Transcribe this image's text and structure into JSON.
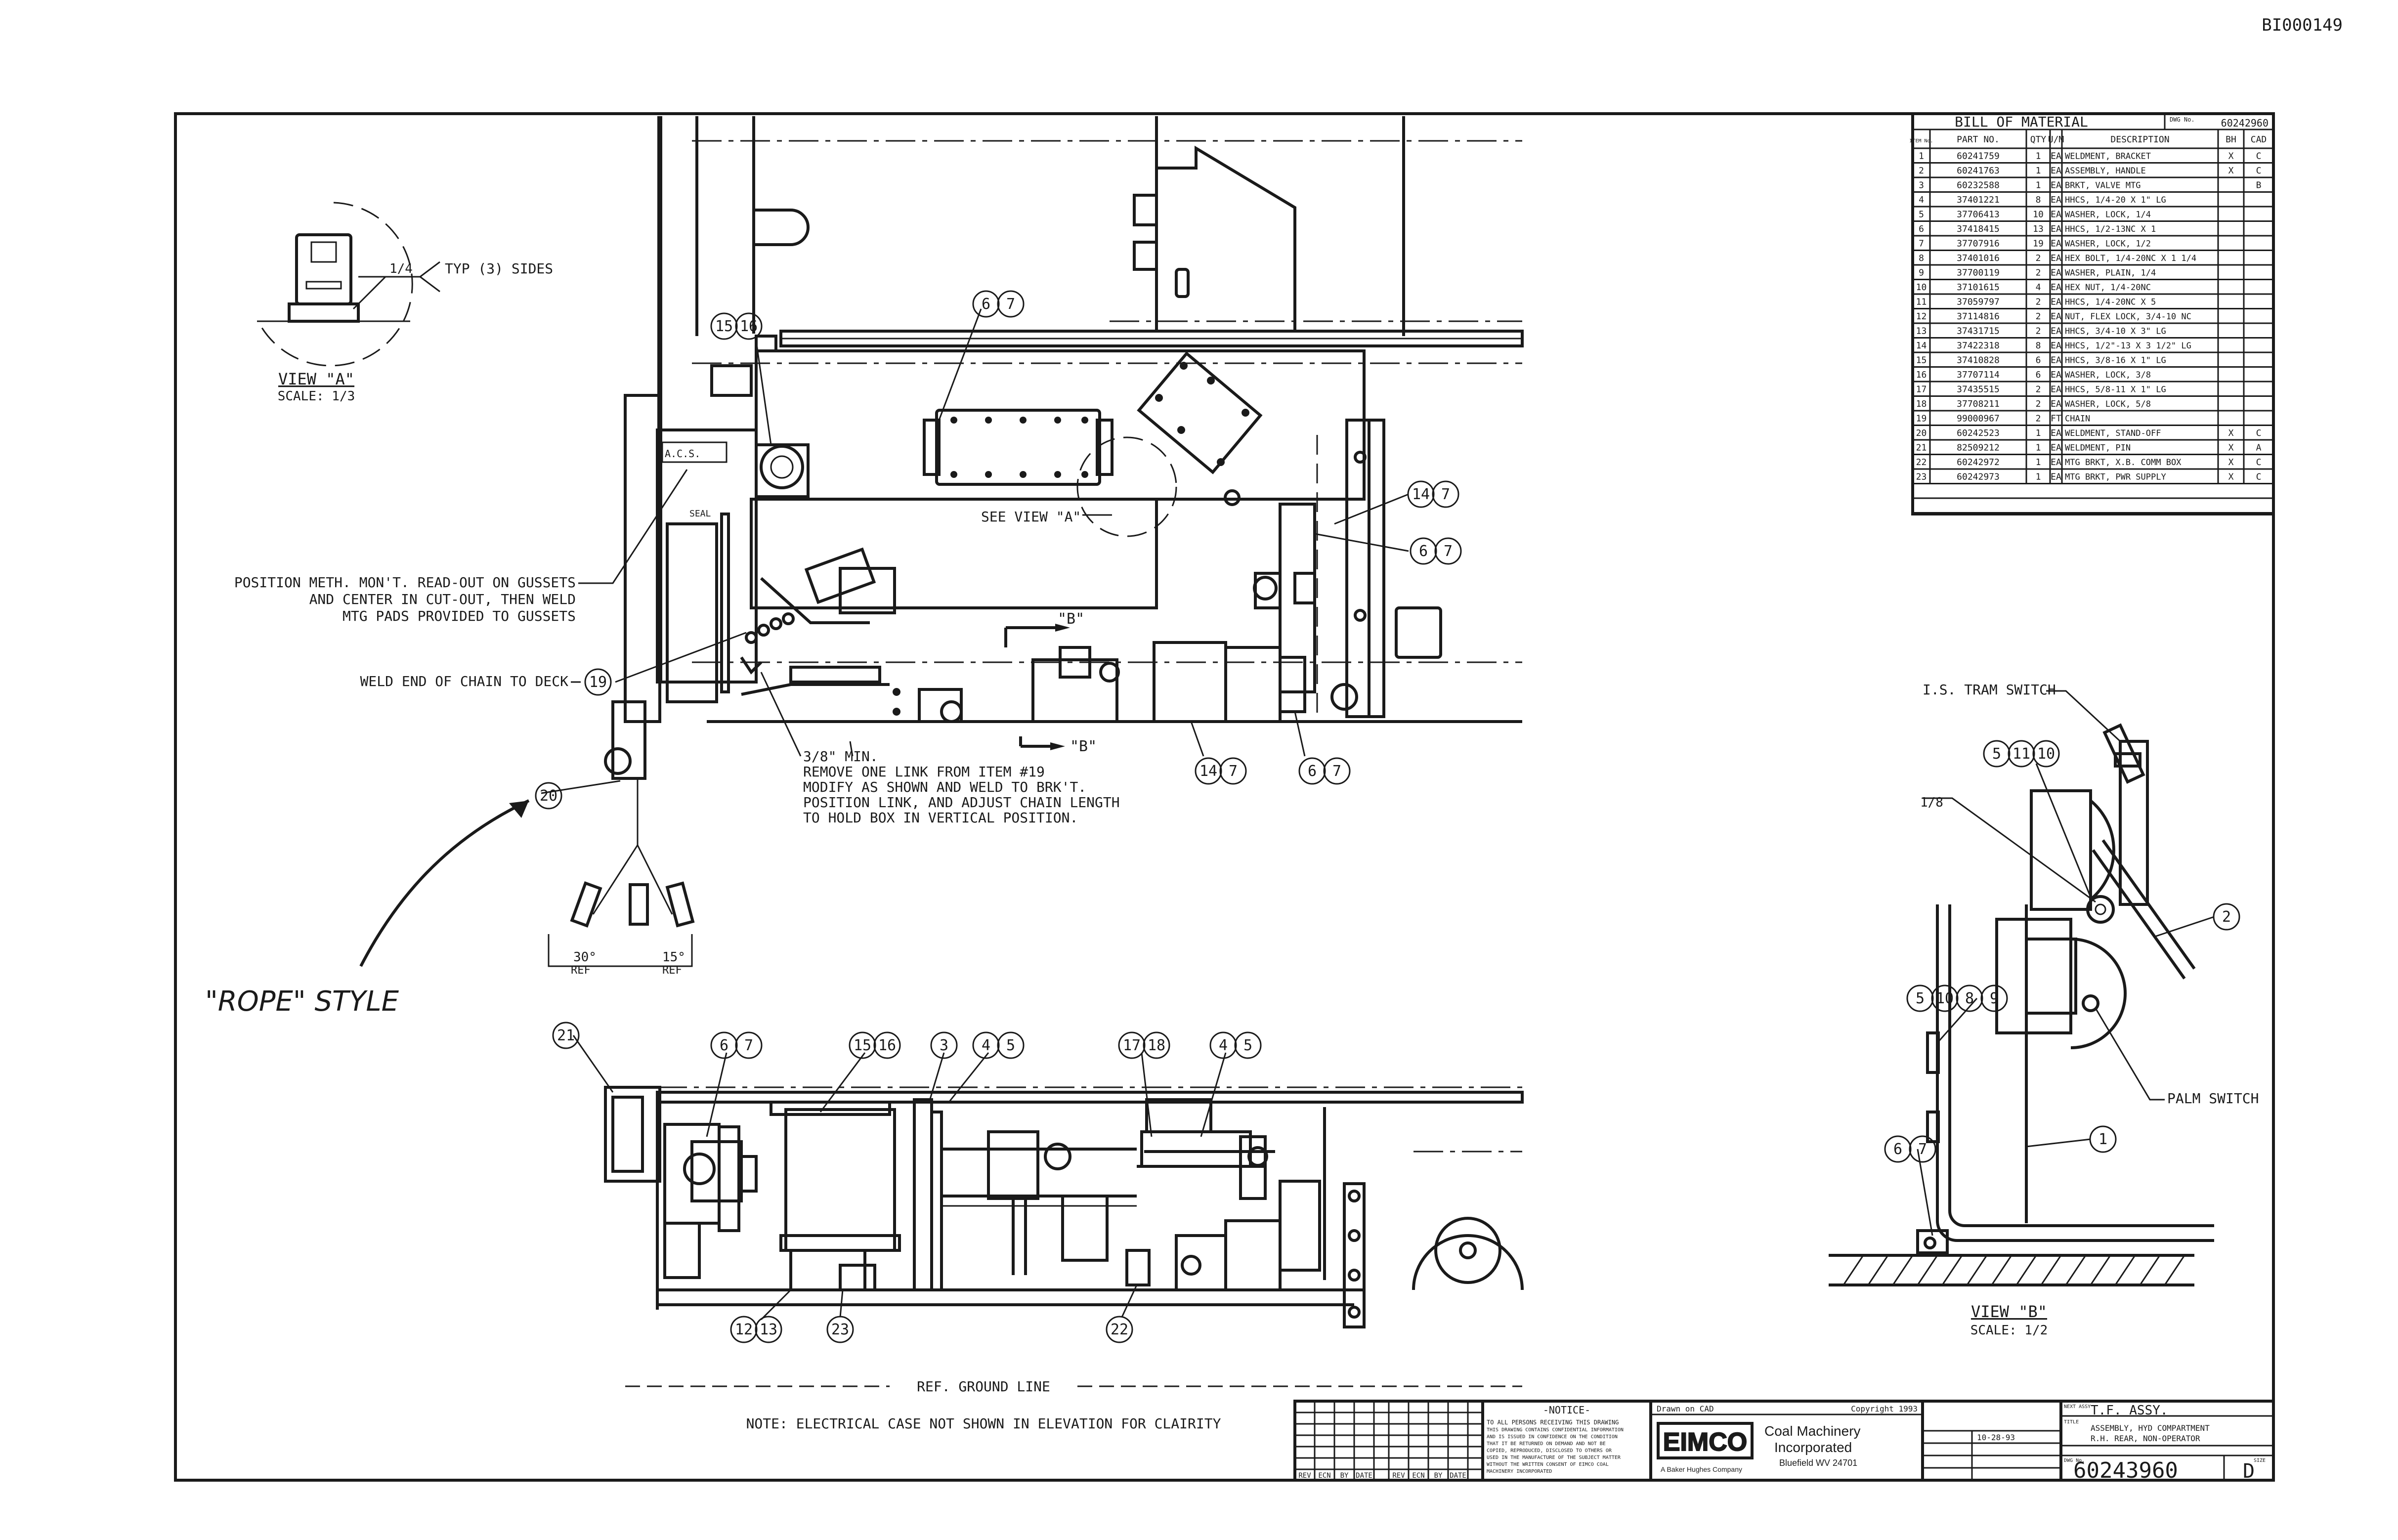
{
  "doc_id": "BI000149",
  "view_a": {
    "title": "VIEW \"A\"",
    "scale": "SCALE: 1/3",
    "weld_size": "1/4",
    "weld_note": "TYP (3) SIDES"
  },
  "view_b": {
    "title": "VIEW \"B\"",
    "scale": "SCALE: 1/2",
    "tram_switch": "I.S. TRAM SWITCH",
    "palm_switch": "PALM SWITCH",
    "weld_size": "1/8"
  },
  "plan_view": {
    "note_position": [
      "POSITION METH. MON'T. READ-OUT ON GUSSETS",
      "AND CENTER IN CUT-OUT, THEN WELD",
      "MTG PADS PROVIDED TO GUSSETS"
    ],
    "note_chain": "WELD END OF CHAIN TO DECK",
    "note_link": [
      "3/8\" MIN.",
      "REMOVE ONE LINK FROM ITEM #19",
      "MODIFY AS SHOWN AND WELD TO BRK'T.",
      "POSITION LINK, AND ADJUST CHAIN LENGTH",
      "TO HOLD BOX IN VERTICAL POSITION."
    ],
    "see_view": "SEE VIEW \"A\"",
    "section_mark": "\"B\"",
    "rope_style": "\"ROPE\" STYLE",
    "angle_30": "30°",
    "angle_15": "15°",
    "ref": "REF"
  },
  "elevation": {
    "ground_line": "REF. GROUND LINE",
    "note": "NOTE: ELECTRICAL CASE NOT SHOWN IN ELEVATION FOR CLAIRITY"
  },
  "balloons": {
    "plan": [
      "15",
      "16",
      "6",
      "7",
      "14",
      "7",
      "6",
      "7",
      "19",
      "20",
      "14",
      "7",
      "6",
      "7"
    ],
    "view_b": [
      "5",
      "11",
      "10",
      "2",
      "5",
      "10",
      "8",
      "9",
      "1",
      "6",
      "7"
    ],
    "elevation": [
      "21",
      "6",
      "7",
      "15",
      "16",
      "3",
      "4",
      "5",
      "17",
      "18",
      "4",
      "5",
      "12",
      "13",
      "23",
      "22"
    ]
  },
  "bom": {
    "title": "BILL OF MATERIAL",
    "dwg_label": "DWG No.",
    "dwg_no": "60242960",
    "headers": [
      "ITEM No.",
      "PART NO.",
      "QTY",
      "U/M",
      "DESCRIPTION",
      "BH",
      "CAD"
    ],
    "rows": [
      [
        "1",
        "60241759",
        "1",
        "EA",
        "WELDMENT, BRACKET",
        "X",
        "C"
      ],
      [
        "2",
        "60241763",
        "1",
        "EA",
        "ASSEMBLY, HANDLE",
        "X",
        "C"
      ],
      [
        "3",
        "60232588",
        "1",
        "EA",
        "BRKT, VALVE MTG",
        "",
        "B"
      ],
      [
        "4",
        "37401221",
        "8",
        "EA",
        "HHCS, 1/4-20 X 1\" LG",
        "",
        ""
      ],
      [
        "5",
        "37706413",
        "10",
        "EA",
        "WASHER, LOCK, 1/4",
        "",
        ""
      ],
      [
        "6",
        "37418415",
        "13",
        "EA",
        "HHCS, 1/2-13NC X 1",
        "",
        ""
      ],
      [
        "7",
        "37707916",
        "19",
        "EA",
        "WASHER, LOCK, 1/2",
        "",
        ""
      ],
      [
        "8",
        "37401016",
        "2",
        "EA",
        "HEX BOLT, 1/4-20NC X 1 1/4",
        "",
        ""
      ],
      [
        "9",
        "37700119",
        "2",
        "EA",
        "WASHER, PLAIN, 1/4",
        "",
        ""
      ],
      [
        "10",
        "37101615",
        "4",
        "EA",
        "HEX NUT, 1/4-20NC",
        "",
        ""
      ],
      [
        "11",
        "37059797",
        "2",
        "EA",
        "HHCS, 1/4-20NC X 5",
        "",
        ""
      ],
      [
        "12",
        "37114816",
        "2",
        "EA",
        "NUT, FLEX LOCK, 3/4-10 NC",
        "",
        ""
      ],
      [
        "13",
        "37431715",
        "2",
        "EA",
        "HHCS, 3/4-10 X 3\" LG",
        "",
        ""
      ],
      [
        "14",
        "37422318",
        "8",
        "EA",
        "HHCS, 1/2\"-13 X 3 1/2\" LG",
        "",
        ""
      ],
      [
        "15",
        "37410828",
        "6",
        "EA",
        "HHCS, 3/8-16 X 1\" LG",
        "",
        ""
      ],
      [
        "16",
        "37707114",
        "6",
        "EA",
        "WASHER, LOCK, 3/8",
        "",
        ""
      ],
      [
        "17",
        "37435515",
        "2",
        "EA",
        "HHCS, 5/8-11 X 1\" LG",
        "",
        ""
      ],
      [
        "18",
        "37708211",
        "2",
        "EA",
        "WASHER, LOCK, 5/8",
        "",
        ""
      ],
      [
        "19",
        "99000967",
        "2",
        "FT",
        "CHAIN",
        "",
        ""
      ],
      [
        "20",
        "60242523",
        "1",
        "EA",
        "WELDMENT, STAND-OFF",
        "X",
        "C"
      ],
      [
        "21",
        "82509212",
        "1",
        "EA",
        "WELDMENT, PIN",
        "X",
        "A"
      ],
      [
        "22",
        "60242972",
        "1",
        "EA",
        "MTG BRKT, X.B. COMM BOX",
        "X",
        "C"
      ],
      [
        "23",
        "60242973",
        "1",
        "EA",
        "MTG BRKT, PWR SUPPLY",
        "X",
        "C"
      ]
    ]
  },
  "title_block": {
    "notice_title": "-NOTICE-",
    "notice_text": [
      "TO ALL PERSONS RECEIVING THIS DRAWING",
      "THIS DRAWING CONTAINS CONFIDENTIAL INFORMATION",
      "AND IS ISSUED IN CONFIDENCE ON THE CONDITION",
      "THAT IT BE RETURNED ON DEMAND AND NOT BE",
      "COPIED, REPRODUCED, DISCLOSED TO OTHERS OR",
      "USED IN THE MANUFACTURE OF THE SUBJECT MATTER",
      "WITHOUT THE WRITTEN CONSENT OF EIMCO COAL",
      "MACHINERY INCORPORATED"
    ],
    "drawn_on": "Drawn on CAD",
    "copyright": "Copyright 1993",
    "logo": "EIMCO",
    "company": [
      "Coal Machinery",
      "Incorporated"
    ],
    "location": "Bluefield WV 24701",
    "affiliate": "A Baker Hughes Company",
    "date": "10-28-93",
    "next_assy_label": "NEXT ASSY",
    "next_assy": "T.F. ASSY.",
    "title_label": "TITLE",
    "title": [
      "ASSEMBLY, HYD COMPARTMENT",
      "R.H. REAR, NON-OPERATOR"
    ],
    "dwg_label": "DWG No.",
    "dwg_no": "60243960",
    "size_label": "SIZE",
    "size": "D",
    "rev_headers": [
      "REV",
      "ECN",
      "BY",
      "DATE"
    ]
  },
  "colors": {
    "ink": "#1a1a1a",
    "paper": "#ffffff"
  }
}
